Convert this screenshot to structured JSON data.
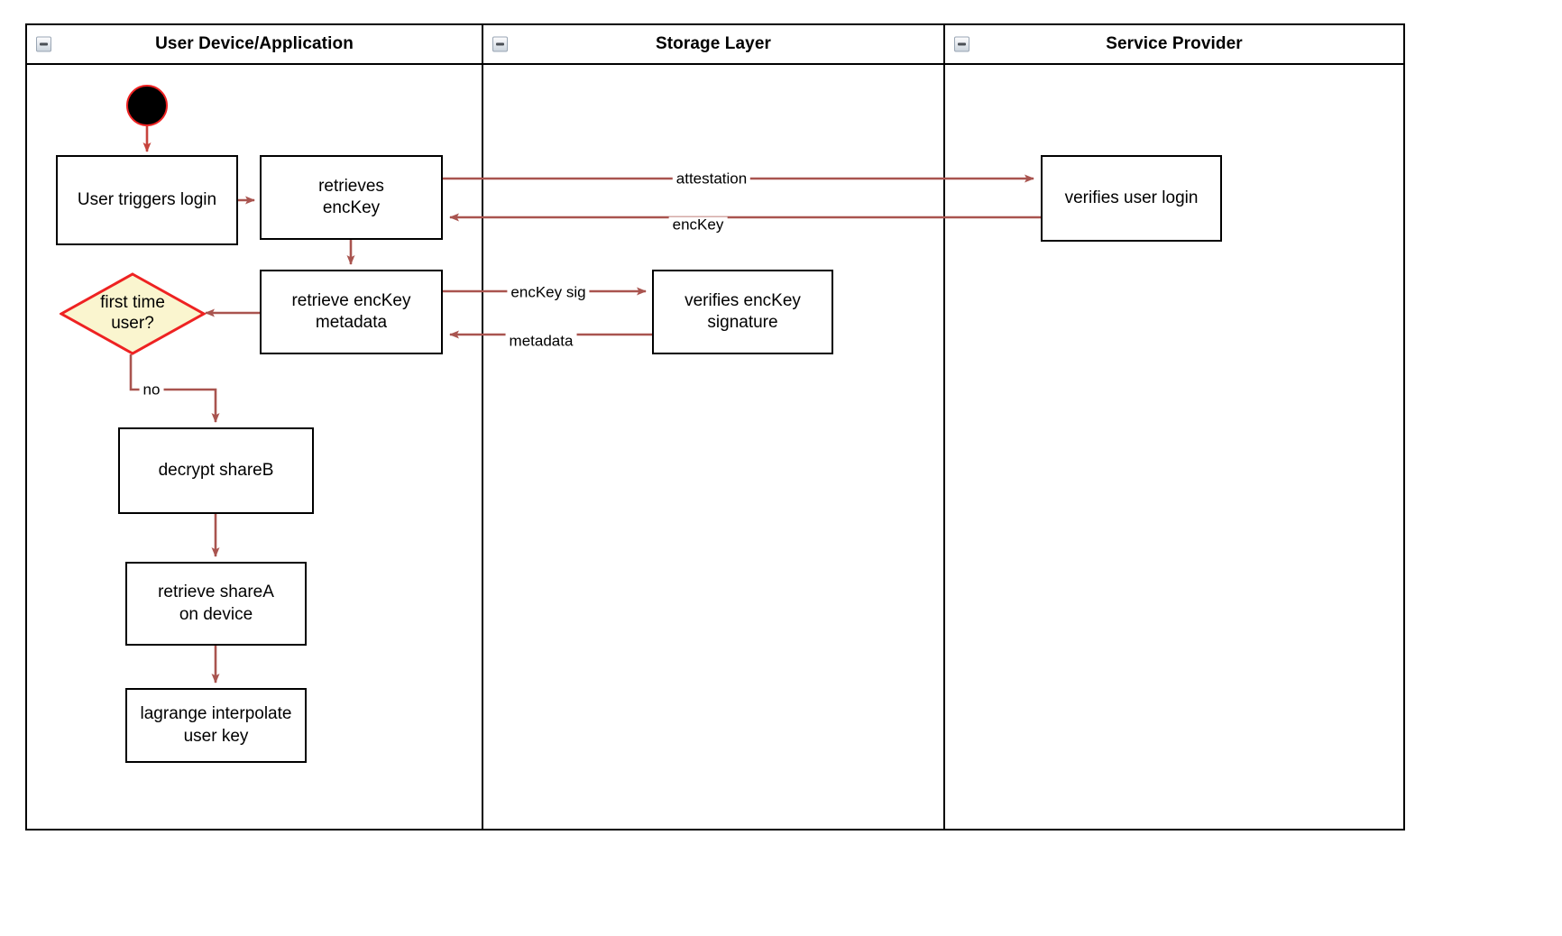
{
  "diagram": {
    "type": "swimlane-activity-diagram",
    "accent_edge_color": "#A9544F",
    "node_border_color": "#000000",
    "decision_fill": "#FAF5CF",
    "decision_border": "#EE2222",
    "start_node_fill": "#000000",
    "start_node_border": "#EE2222"
  },
  "lanes": [
    {
      "id": "user-device",
      "title": "User Device/Application",
      "collapse_icon": "minus-collapse-icon"
    },
    {
      "id": "storage-layer",
      "title": "Storage Layer",
      "collapse_icon": "minus-collapse-icon"
    },
    {
      "id": "service-provider",
      "title": "Service Provider",
      "collapse_icon": "minus-collapse-icon"
    }
  ],
  "nodes": {
    "start": {
      "shape": "initial-node",
      "label": ""
    },
    "user_triggers_login": {
      "shape": "process",
      "label": "User triggers login"
    },
    "retrieves_enckey": {
      "shape": "process",
      "label": "retrieves\nencKey",
      "line1": "retrieves",
      "line2": "encKey"
    },
    "retrieve_enckey_metadata": {
      "shape": "process",
      "label": "retrieve encKey\nmetadata",
      "line1": "retrieve encKey",
      "line2": "metadata"
    },
    "first_time_user": {
      "shape": "decision",
      "label": "first time\nuser?",
      "line1": "first time",
      "line2": "user?"
    },
    "decrypt_shareb": {
      "shape": "process",
      "label": "decrypt shareB"
    },
    "retrieve_sharea_on_device": {
      "shape": "process",
      "label": "retrieve shareA\non device",
      "line1": "retrieve shareA",
      "line2": "on device"
    },
    "lagrange_interpolate_user_key": {
      "shape": "process",
      "label": "lagrange interpolate\nuser key",
      "line1": "lagrange interpolate",
      "line2": "user key"
    },
    "verifies_enckey_signature": {
      "shape": "process",
      "label": "verifies encKey\nsignature",
      "line1": "verifies encKey",
      "line2": "signature"
    },
    "verifies_user_login": {
      "shape": "process",
      "label": "verifies user login"
    }
  },
  "edges": [
    {
      "id": "e1",
      "from": "start",
      "to": "user_triggers_login",
      "label": ""
    },
    {
      "id": "e2",
      "from": "user_triggers_login",
      "to": "retrieves_enckey",
      "label": ""
    },
    {
      "id": "e3",
      "from": "retrieves_enckey",
      "to": "verifies_user_login",
      "label": "attestation"
    },
    {
      "id": "e4",
      "from": "verifies_user_login",
      "to": "retrieves_enckey",
      "label": "encKey"
    },
    {
      "id": "e5",
      "from": "retrieves_enckey",
      "to": "retrieve_enckey_metadata",
      "label": ""
    },
    {
      "id": "e6",
      "from": "retrieve_enckey_metadata",
      "to": "verifies_enckey_signature",
      "label": "encKey sig"
    },
    {
      "id": "e7",
      "from": "verifies_enckey_signature",
      "to": "retrieve_enckey_metadata",
      "label": "metadata"
    },
    {
      "id": "e8",
      "from": "retrieve_enckey_metadata",
      "to": "first_time_user",
      "label": ""
    },
    {
      "id": "e9",
      "from": "first_time_user",
      "to": "decrypt_shareb",
      "label": "no"
    },
    {
      "id": "e10",
      "from": "decrypt_shareb",
      "to": "retrieve_sharea_on_device",
      "label": ""
    },
    {
      "id": "e11",
      "from": "retrieve_sharea_on_device",
      "to": "lagrange_interpolate_user_key",
      "label": ""
    }
  ],
  "edge_labels": {
    "attestation": "attestation",
    "enckey": "encKey",
    "enckey_sig": "encKey sig",
    "metadata": "metadata",
    "no": "no"
  }
}
